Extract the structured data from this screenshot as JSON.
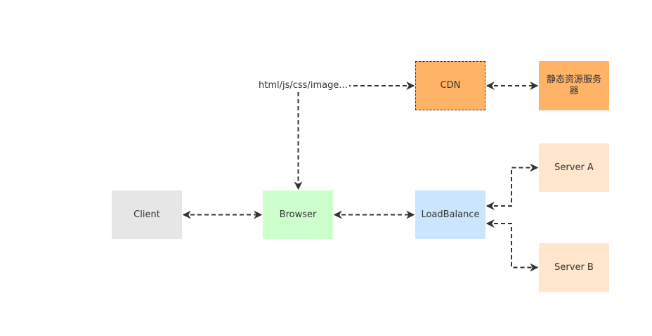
{
  "nodes": {
    "client": {
      "label": "Client",
      "fill": "#e6e6e6"
    },
    "browser": {
      "label": "Browser",
      "fill": "#ccffcc"
    },
    "load_balance": {
      "label": "LoadBalance",
      "fill": "#cce5ff"
    },
    "cdn": {
      "label": "CDN",
      "fill": "#ffb366"
    },
    "static_server": {
      "label": "静态资源服务器",
      "fill": "#ffb366"
    },
    "server_a": {
      "label": "Server A",
      "fill": "#ffe6cc"
    },
    "server_b": {
      "label": "Server B",
      "fill": "#ffe6cc"
    }
  },
  "edge_labels": {
    "resources": "html/js/css/image..."
  },
  "colors": {
    "connector": "#333333"
  }
}
